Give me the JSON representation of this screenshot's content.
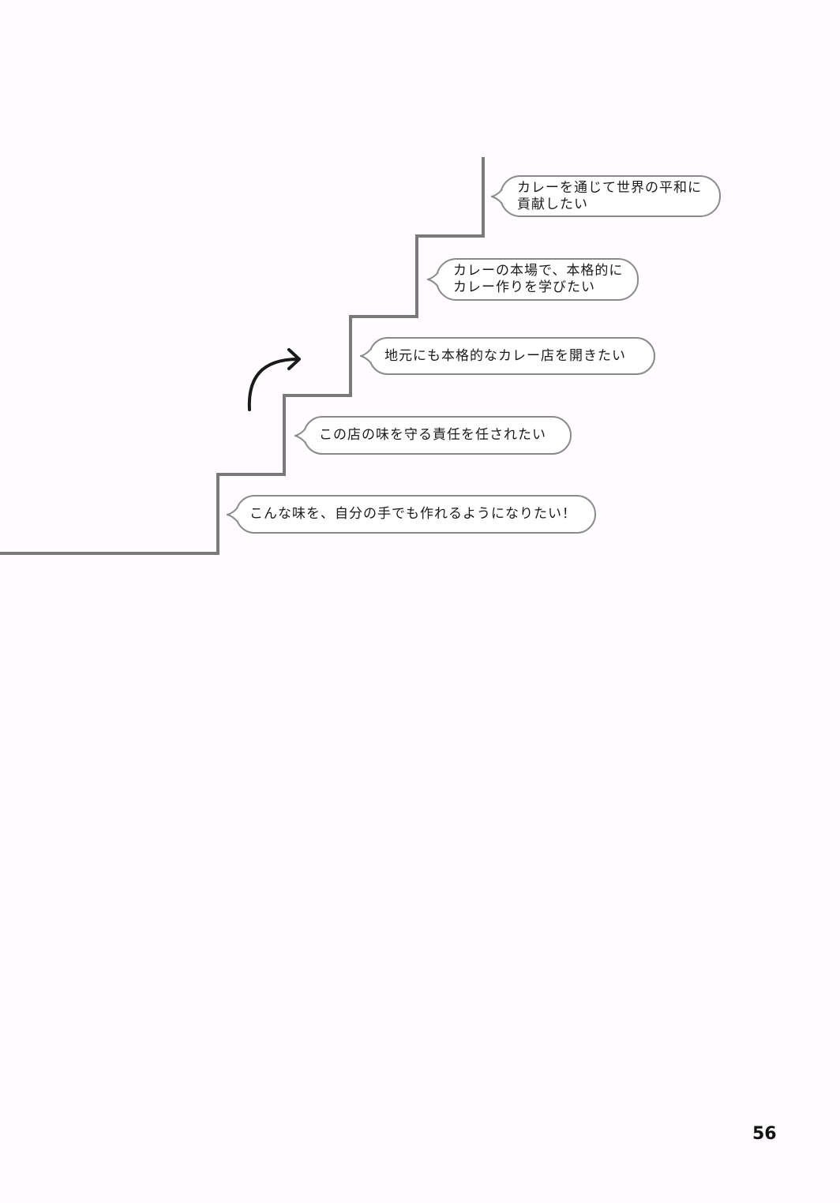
{
  "diagram": {
    "type": "staircase",
    "steps": [
      {
        "label": "こんな味を、自分の手でも作れるようになりたい！"
      },
      {
        "label": "この店の味を守る責任を任されたい"
      },
      {
        "label": "地元にも本格的なカレー店を開きたい"
      },
      {
        "label": "カレーの本場で、本格的に\nカレー作りを学びたい"
      },
      {
        "label": "カレーを通じて世界の平和に\n貢献したい"
      }
    ],
    "arrow": "curved-up-right-arrow",
    "colors": {
      "stair_line": "#7a7a7a",
      "bubble_border": "#8a8a8a",
      "arrow": "#1a1a1a",
      "text": "#1a1a1a"
    }
  },
  "page": {
    "number": "56"
  }
}
